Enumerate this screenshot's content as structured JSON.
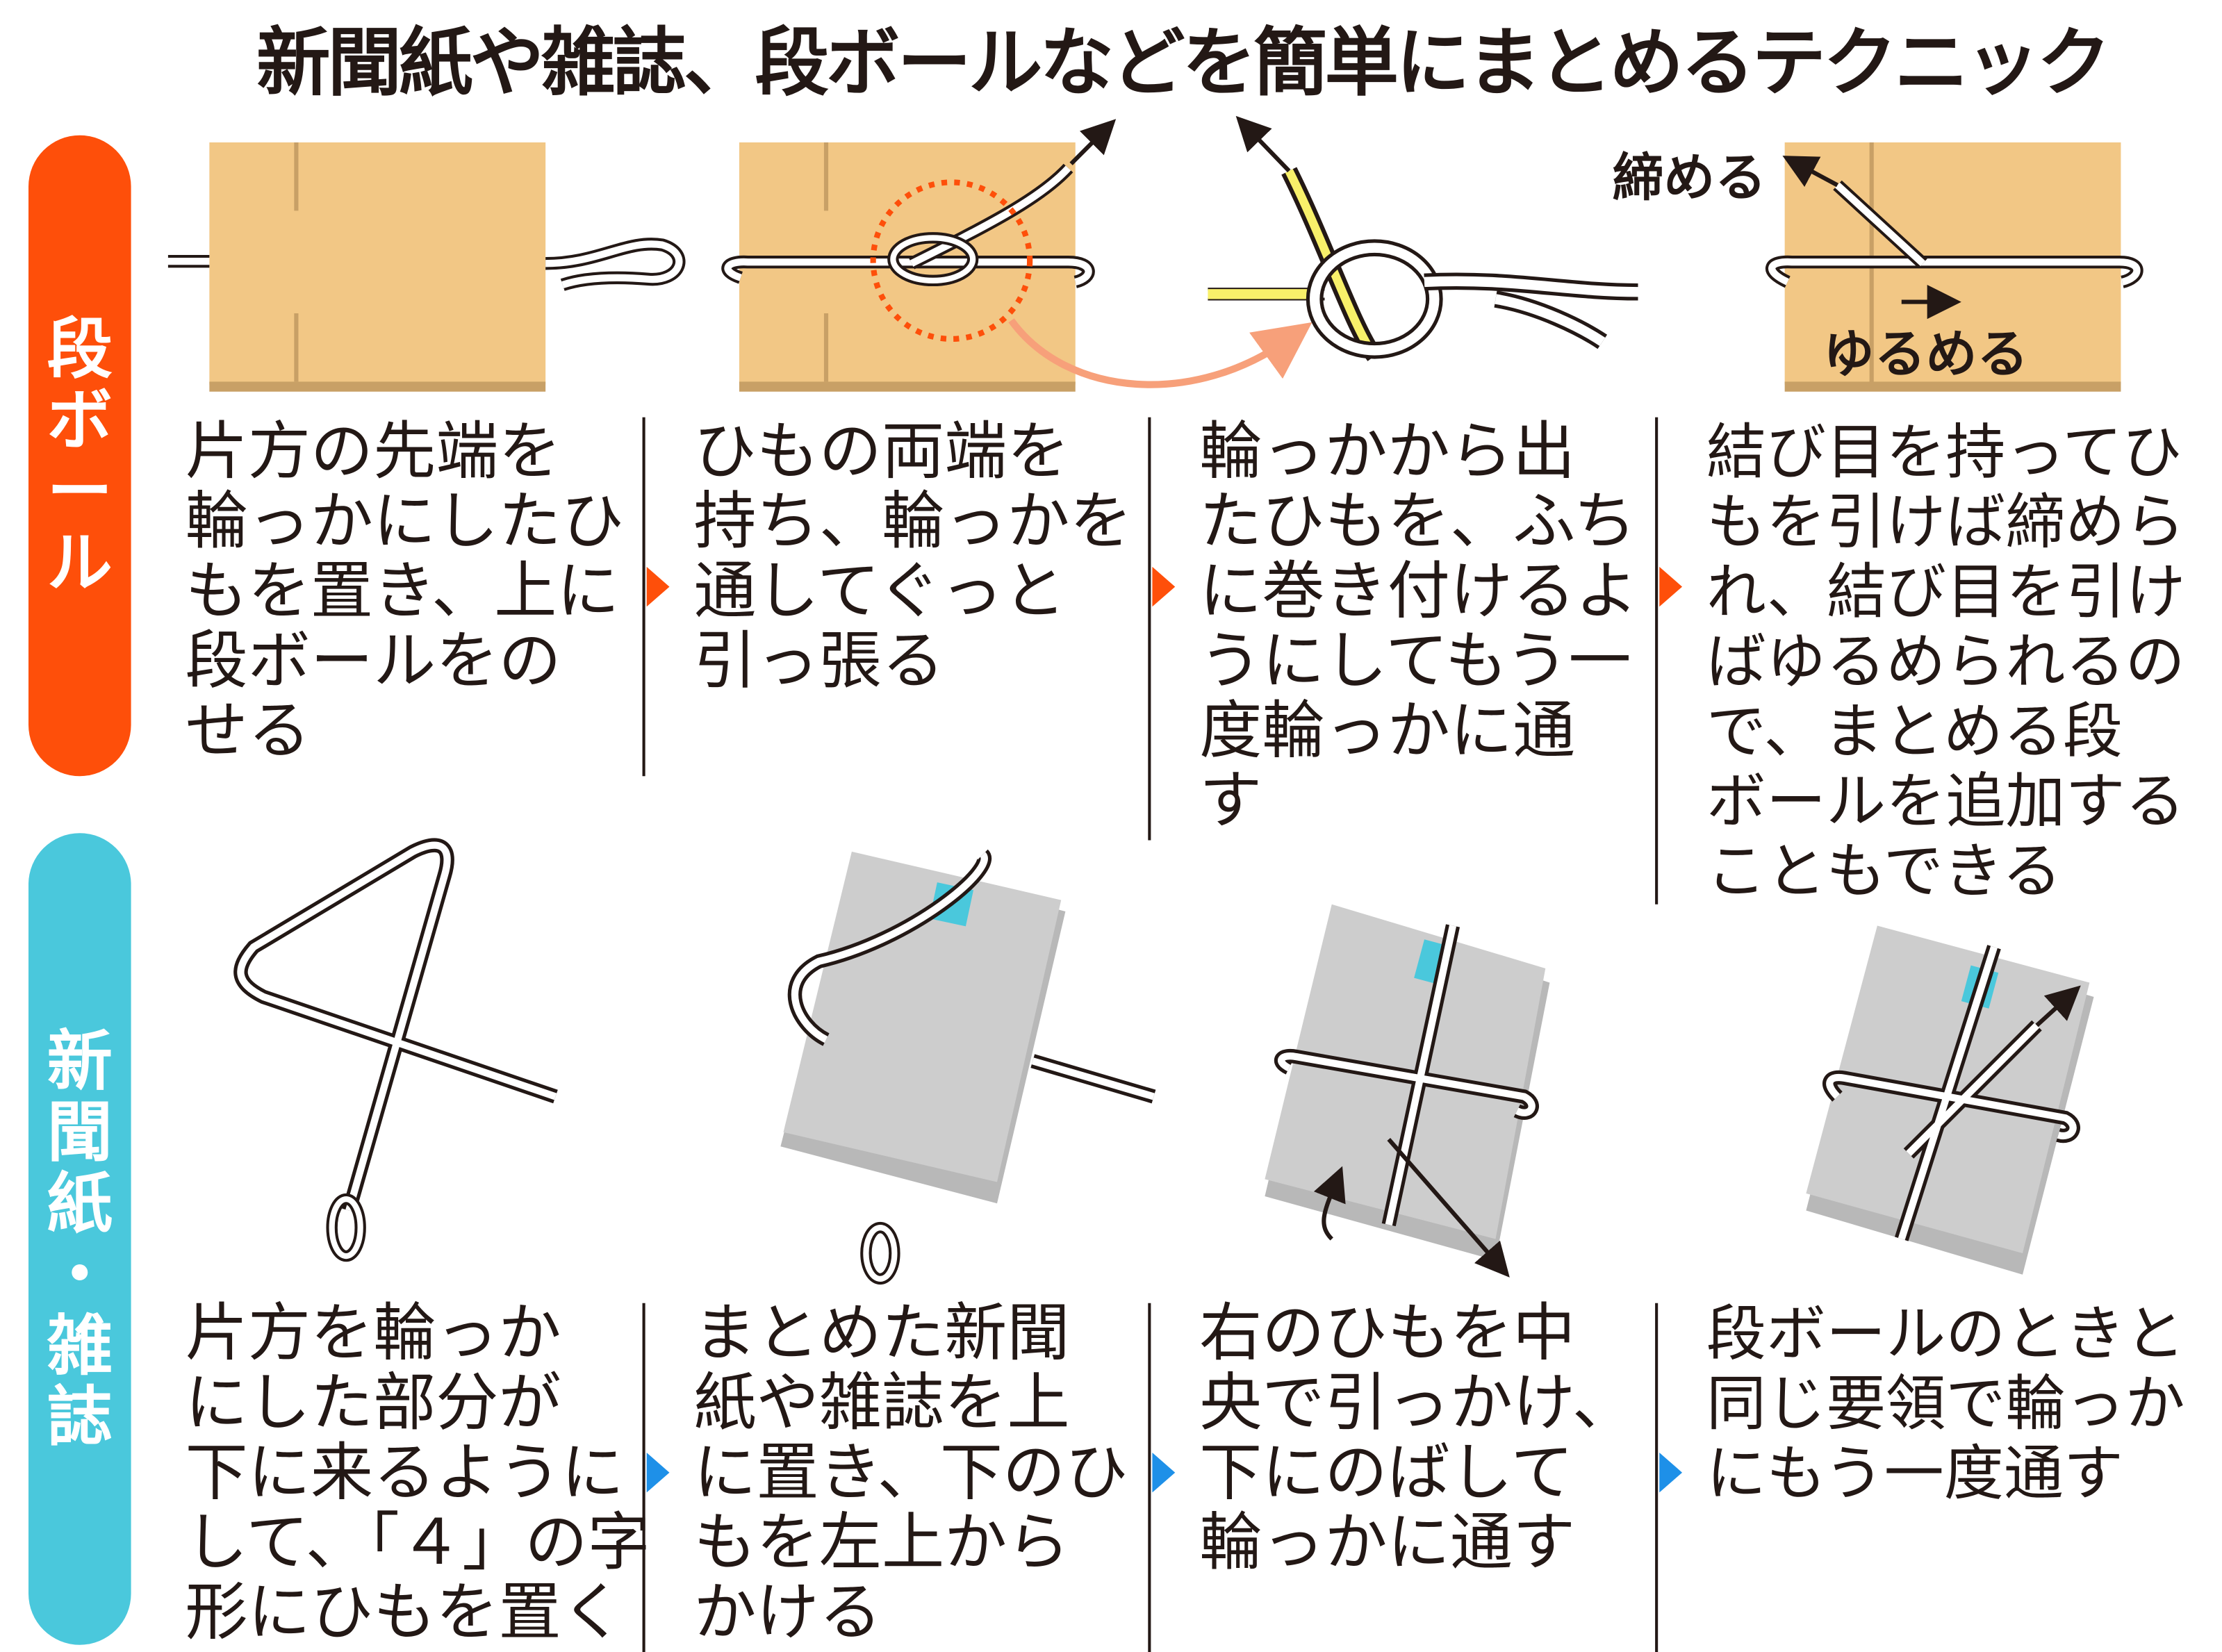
{
  "title": "新聞紙や雑誌、段ボールなどを簡単にまとめるテクニック",
  "colors": {
    "cardboard_accent": "#fe4f0a",
    "newspaper_accent": "#4ac8dc",
    "arrow_blue": "#1e90e8",
    "box": "#f2c785"
  },
  "sections": [
    {
      "label": [
        "段",
        "ボ",
        "ー",
        "ル"
      ],
      "illustration_labels": {
        "tighten": "締める",
        "loosen": "ゆるめる"
      },
      "steps": [
        {
          "lines": [
            "片方の先端を",
            "輪っかにしたひ",
            "もを置き、上に",
            "段ボールをの",
            "せる"
          ]
        },
        {
          "lines": [
            "ひもの両端を",
            "持ち、輪っかを",
            "通してぐっと",
            "引っ張る"
          ]
        },
        {
          "lines": [
            "輪っかから出",
            "たひもを、ふち",
            "に巻き付けるよ",
            "うにしてもう一",
            "度輪っかに通",
            "す"
          ]
        },
        {
          "lines": [
            "結び目を持ってひ",
            "もを引けば締めら",
            "れ、結び目を引け",
            "ばゆるめられるの",
            "で、まとめる段",
            "ボールを追加する",
            "こともできる"
          ]
        }
      ]
    },
    {
      "label": [
        "新",
        "聞",
        "紙",
        "・",
        "雑",
        "誌"
      ],
      "steps": [
        {
          "lines": [
            "片方を輪っか",
            "にした部分が",
            "下に来るように",
            "して、「４」の字",
            "形にひもを置く"
          ]
        },
        {
          "lines": [
            "まとめた新聞",
            "紙や雑誌を上",
            "に置き、下のひ",
            "もを左上から",
            "かける"
          ]
        },
        {
          "lines": [
            "右のひもを中",
            "央で引っかけ、",
            "下にのばして",
            "輪っかに通す"
          ]
        },
        {
          "lines": [
            "段ボールのときと",
            "同じ要領で輪っか",
            "にもう一度通す"
          ]
        }
      ]
    }
  ]
}
